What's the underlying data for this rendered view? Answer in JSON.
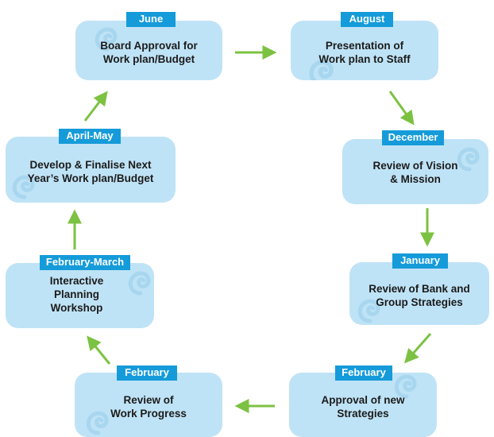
{
  "colors": {
    "box_fill": "#bfe3f6",
    "tab_fill": "#159bd9",
    "tab_text": "#ffffff",
    "box_text": "#1b1b1b",
    "arrow": "#7cc242"
  },
  "steps": [
    {
      "month": "June",
      "text": "Board Approval for\nWork plan/Budget"
    },
    {
      "month": "August",
      "text": "Presentation of\nWork plan to Staff"
    },
    {
      "month": "December",
      "text": "Review of Vision\n& Mission"
    },
    {
      "month": "January",
      "text": "Review of Bank and\nGroup Strategies"
    },
    {
      "month": "February",
      "text": "Approval of new\nStrategies"
    },
    {
      "month": "February",
      "text": "Review of\nWork Progress"
    },
    {
      "month": "February-March",
      "text": "Interactive\nPlanning\nWorkshop"
    },
    {
      "month": "April-May",
      "text": "Develop & Finalise Next\nYear’s Work plan/Budget"
    }
  ]
}
